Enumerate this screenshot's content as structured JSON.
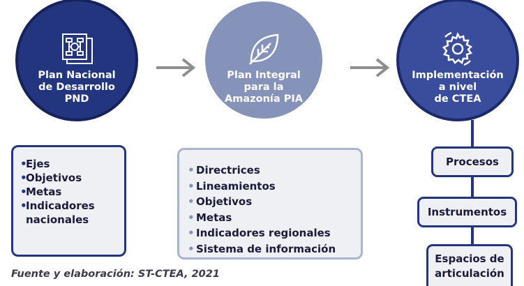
{
  "colors": {
    "step1": "#24357f",
    "step2": "#8593ba",
    "step3": "#3a4c9c",
    "box_bg": "#eef0f4",
    "arrow": "#8e8e8e"
  },
  "steps": [
    {
      "icon": "roadmap-document-icon",
      "title_lines": [
        "Plan Nacional",
        "de Desarrollo",
        "PND"
      ],
      "items": [
        "Ejes",
        "Objetivos",
        "Metas",
        "Indicadores",
        "nacionales"
      ]
    },
    {
      "icon": "leaf-icon",
      "title_lines": [
        "Plan Integral",
        "para la",
        "Amazonía PIA"
      ],
      "items": [
        "Directrices",
        "Lineamientos",
        "Objetivos",
        "Metas",
        "Indicadores regionales",
        "Sistema de información"
      ]
    },
    {
      "icon": "gear-icon",
      "title_lines": [
        "Implementación",
        "a nivel",
        "de CTEA"
      ],
      "items": [
        "Procesos",
        "Instrumentos",
        "Espacios de",
        "articulación"
      ]
    }
  ],
  "source": "Fuente y elaboración: ST-CTEA, 2021"
}
